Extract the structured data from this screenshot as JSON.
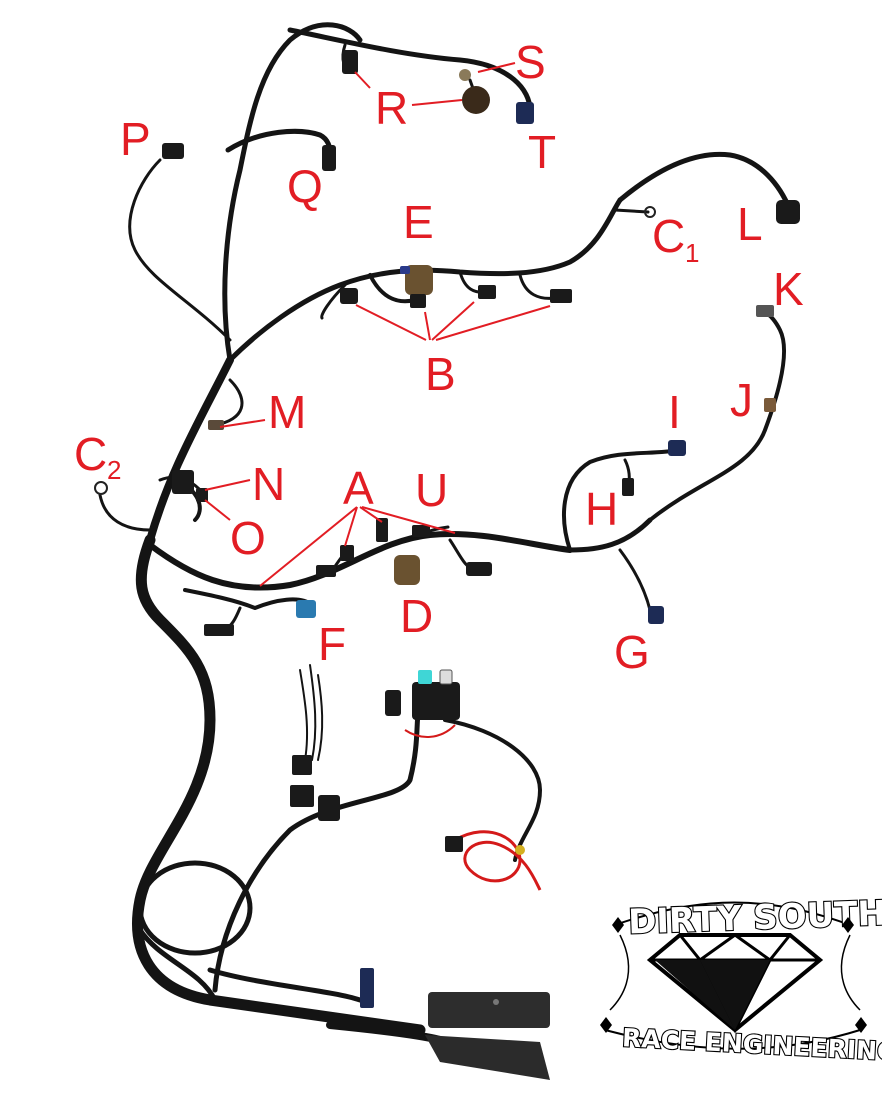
{
  "labels": {
    "A": "A",
    "B": "B",
    "C1": "C",
    "C1_sub": "1",
    "C2": "C",
    "C2_sub": "2",
    "D": "D",
    "E": "E",
    "F": "F",
    "G": "G",
    "H": "H",
    "I": "I",
    "J": "J",
    "K": "K",
    "L": "L",
    "M": "M",
    "N": "N",
    "O": "O",
    "P": "P",
    "Q": "Q",
    "R": "R",
    "S": "S",
    "T": "T",
    "U": "U"
  },
  "logo": {
    "line1": "DIRTY SOUTH",
    "line2": "RACE ENGINEERING"
  },
  "colors": {
    "label": "#e21d24",
    "wire": "#141414",
    "relay_fuse": "#3fd6d6",
    "relay_wire": "#d41a1a"
  },
  "icons": [
    "connector-icon",
    "diamond-logo-icon",
    "ecu-icon",
    "relay-icon"
  ]
}
